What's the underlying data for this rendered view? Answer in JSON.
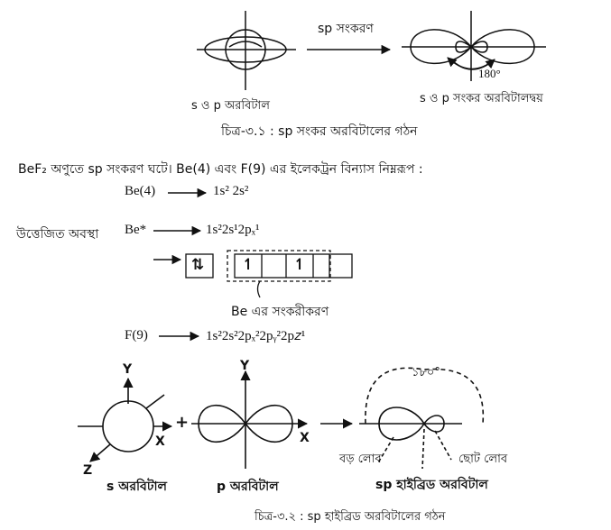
{
  "fig1": {
    "arrow_label": "sp সংকরণ",
    "left_caption": "s ও p অরবিটাল",
    "angle_label": "180°",
    "right_caption": "s ও p সংকর অরবিটালদ্বয়",
    "caption": "চিত্র-৩.১ : sp সংকর অরবিটালের গঠন"
  },
  "text": {
    "intro": "BeF₂ অণুতে sp সংকরণ ঘটে। Be(4) এবং F(9) এর ইলেকট্রন বিন্যাস নিম্নরূপ :",
    "be_lhs": "Be(4)",
    "be_rhs": "1s² 2s²",
    "excited_label": "উত্তেজিত অবস্থা",
    "be_star_lhs": "Be*",
    "be_star_rhs": "1s²2s¹2pₓ¹",
    "box_1": "⇅",
    "box_2": "↿",
    "box_3": "↿",
    "hybrid_note": "Be এর সংকরীকরণ",
    "f_lhs": "F(9)",
    "f_rhs": "1s²2s²2pₓ²2pᵧ²2p𝑧¹"
  },
  "fig2": {
    "y1": "Y",
    "x1": "X",
    "z1": "Z",
    "plus": "+",
    "y2": "Y",
    "x2": "X",
    "angle": "১৮০°",
    "s_label": "s অরবিটাল",
    "p_label": "p অরবিটাল",
    "big_lobe": "বড় লোব",
    "small_lobe": "ছোট লোব",
    "sp_label": "sp হাইব্রিড অরবিটাল",
    "caption": "চিত্র-৩.২ : sp হাইব্রিড অরবিটালের গঠন"
  }
}
